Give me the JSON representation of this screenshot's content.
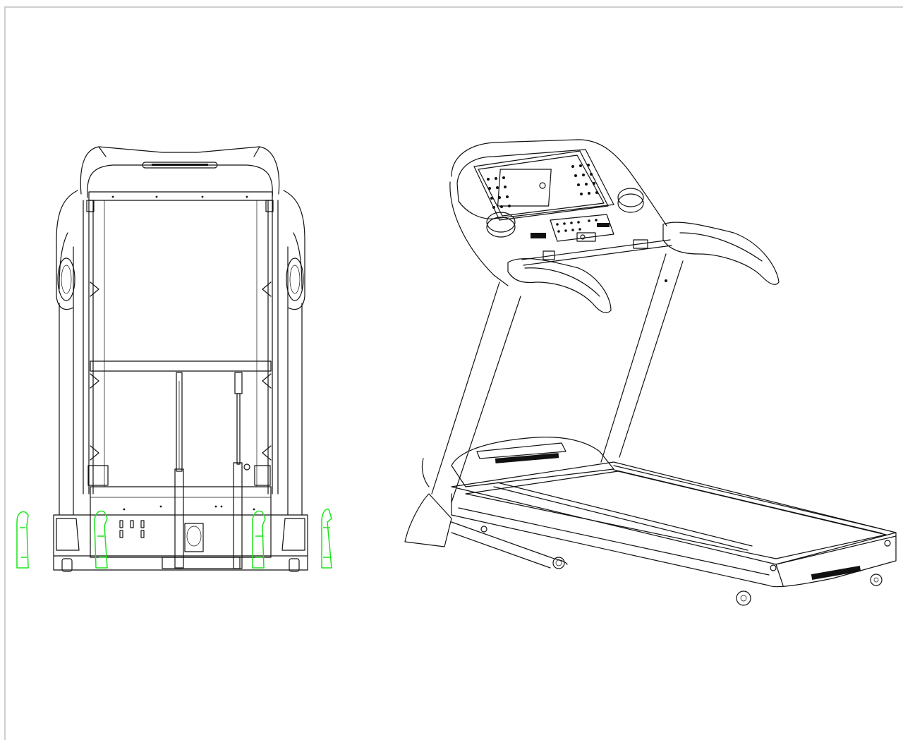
{
  "drawing": {
    "line_color": "#111111",
    "highlight_color": "#19e619",
    "frame_color": "#cfcfcf",
    "background": "#ffffff"
  },
  "views": [
    {
      "id": "front-view",
      "subject": "treadmill",
      "icon": "treadmill-front-view"
    },
    {
      "id": "isometric-view",
      "subject": "treadmill",
      "icon": "treadmill-isometric-view"
    }
  ],
  "highlighted_parts": {
    "count": 4,
    "icon": "upright-end-cover"
  }
}
